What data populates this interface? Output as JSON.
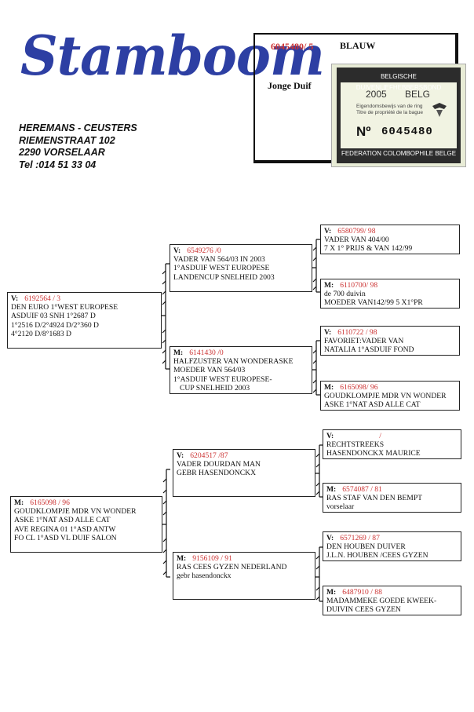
{
  "header": {
    "title": "Stamboom",
    "owner": [
      "HEREMANS - CEUSTERS",
      "RIEMENSTRAAT 102",
      "2290 VORSELAAR",
      "Tel :014 51 33 04"
    ]
  },
  "ring_box": {
    "number": "6045480/  5",
    "color": "BLAUW",
    "type": "Jonge Duif",
    "card": {
      "top": "BELGISCHE DUIVENLIEFHEBBERSBOND",
      "year": "2005",
      "country": "BELG",
      "small": "Eigendomsbewijs van de ring\nTitre de propriété de la bague",
      "no_label": "Nº",
      "no_value": "6045480",
      "bottom": "FEDERATION COLOMBOPHILE BELGE"
    }
  },
  "pedigree": {
    "sire": {
      "label": "V:",
      "ring": "6192564 / 3",
      "lines": [
        "DEN EURO 1°WEST EUROPESE",
        "ASDUIF 03 SNH 1°2687 D",
        "1°2516 D/2°4924 D/2°360 D",
        "4°2120 D/8°1683 D"
      ]
    },
    "sire_sire": {
      "label": "V:",
      "ring": "6549276  /0",
      "lines": [
        "VADER VAN 564/03 IN 2003",
        "1°ASDUIF  WEST EUROPESE",
        "LANDENCUP SNELHEID 2003"
      ]
    },
    "sire_sire_sire": {
      "label": "V:",
      "ring": "6580799/ 98",
      "lines": [
        "VADER VAN 404/00",
        "7 X 1° PRIJS & VAN 142/99"
      ]
    },
    "sire_sire_dam": {
      "label": "M:",
      "ring": "6110700/ 98",
      "lines": [
        "de 700 duivin",
        "MOEDER VAN142/99  5 X1°PR"
      ]
    },
    "sire_dam": {
      "label": "M:",
      "ring": "6141430  /0",
      "lines": [
        "HALFZUSTER VAN WONDERASKE",
        "MOEDER VAN 564/03",
        "1°ASDUIF  WEST EUROPESE-",
        "CUP SNELHEID 2003"
      ]
    },
    "sire_dam_sire": {
      "label": "V:",
      "ring": "6110722 / 98",
      "lines": [
        "FAVORIET:VADER VAN",
        "NATALIA 1°ASDUIF FOND"
      ]
    },
    "sire_dam_dam": {
      "label": "M:",
      "ring": "6165098/ 96",
      "lines": [
        "GOUDKLOMPJE MDR VN WONDER",
        "ASKE 1°NAT ASD ALLE CAT"
      ]
    },
    "dam": {
      "label": "M:",
      "ring": "6165098 / 96",
      "lines": [
        "GOUDKLOMPJE MDR VN WONDER",
        "ASKE 1°NAT ASD ALLE CAT",
        "AVE REGINA 01 1°ASD ANTW",
        "FO CL 1°ASD VL DUIF SALON"
      ]
    },
    "dam_sire": {
      "label": "V:",
      "ring": "6204517  /87",
      "lines": [
        "VADER DOURDAN MAN",
        "GEBR HASENDONCKX"
      ]
    },
    "dam_sire_sire": {
      "label": "V:",
      "ring": "/",
      "lines": [
        "RECHTSTREEKS",
        "HASENDONCKX MAURICE"
      ]
    },
    "dam_sire_dam": {
      "label": "M:",
      "ring": "6574087 / 81",
      "lines": [
        "RAS STAF VAN DEN BEMPT",
        "vorselaar"
      ]
    },
    "dam_dam": {
      "label": "M:",
      "ring": "9156109  / 91",
      "lines": [
        "RAS CEES GYZEN NEDERLAND",
        "gebr hasendonckx"
      ]
    },
    "dam_dam_sire": {
      "label": "V:",
      "ring": "6571269 / 87",
      "lines": [
        "DEN HOUBEN DUIVER",
        "J.L.N. HOUBEN /CEES GYZEN"
      ]
    },
    "dam_dam_dam": {
      "label": "M:",
      "ring": "6487910 / 88",
      "lines": [
        "MADAMMEKE GOEDE KWEEK-",
        "DUIVIN CEES GYZEN"
      ]
    }
  }
}
